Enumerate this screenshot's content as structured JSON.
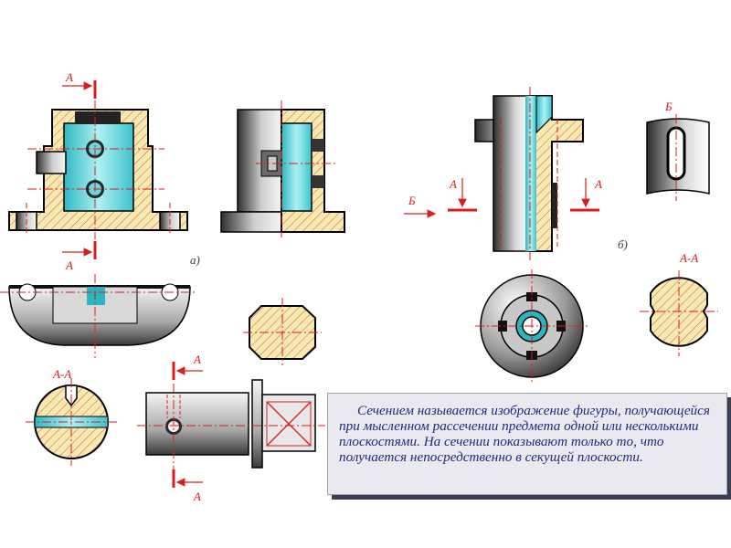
{
  "labels": {
    "section_a": "А",
    "section_b": "Б",
    "section_aa": "А-А",
    "variant_a": "а)",
    "variant_b": "б)"
  },
  "description": "Сечением называется изображение фигуры, получающейся при мысленном рассечении предмета одной или несколькими плоскостями. На сечении показывают только то, что получается непосредственно в секущей плоскости.",
  "colors": {
    "hatch_fill": "#f7eab0",
    "hatch_line": "#d8534a",
    "metal_dark": "#2e2e2e",
    "metal_light": "#f2f2f2",
    "cyan": "#42c6cf",
    "marker_red": "#d81e1e",
    "note_text": "#202a78",
    "note_bg": "#e9e9ef"
  }
}
